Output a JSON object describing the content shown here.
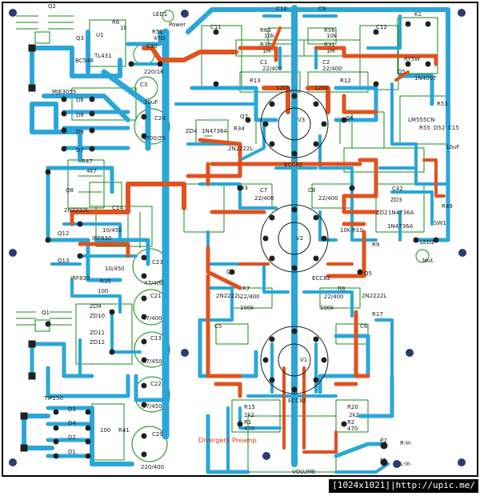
{
  "board": {
    "caption": "Divergent Preamp.",
    "watermark": "[1024x1021]|http://upic.me/"
  },
  "colors": {
    "bottom_trace": "#2aa6d8",
    "top_trace": "#e0521e",
    "silkscreen": "#168a16",
    "pad": "#202020",
    "hole": "#2a3b6e",
    "tube_outline": "#1a1a1a",
    "caption": "#d4380d"
  },
  "labels": [
    {
      "id": "q2",
      "text": "Q2"
    },
    {
      "id": "led1",
      "text": "LED1"
    },
    {
      "id": "power",
      "text": "Power"
    },
    {
      "id": "r6",
      "text": "R6"
    },
    {
      "id": "r6v",
      "text": "1k"
    },
    {
      "id": "q3",
      "text": "Q3"
    },
    {
      "id": "u1",
      "text": "U1"
    },
    {
      "id": "bc548",
      "text": "BC548"
    },
    {
      "id": "tl431",
      "text": "TL431"
    },
    {
      "id": "r50",
      "text": "R50"
    },
    {
      "id": "r50v",
      "text": "47Ω"
    },
    {
      "id": "c30",
      "text": "C30"
    },
    {
      "id": "c30v",
      "text": "220/16"
    },
    {
      "id": "mje",
      "text": "MJE3055"
    },
    {
      "id": "c3",
      "text": "C3"
    },
    {
      "id": "c3v",
      "text": "10uF"
    },
    {
      "id": "c24",
      "text": "C24"
    },
    {
      "id": "c24v",
      "text": "4700/25"
    },
    {
      "id": "d6",
      "text": "D6"
    },
    {
      "id": "d8",
      "text": "D8"
    },
    {
      "id": "d9",
      "text": "D9"
    },
    {
      "id": "d7",
      "text": "D7"
    },
    {
      "id": "zd4",
      "text": "ZD4"
    },
    {
      "id": "zd4v",
      "text": "1N4736A"
    },
    {
      "id": "c11",
      "text": "C11"
    },
    {
      "id": "c10",
      "text": "C10"
    },
    {
      "id": "c9",
      "text": "C9"
    },
    {
      "id": "c12",
      "text": "C12"
    },
    {
      "id": "r63",
      "text": "R63"
    },
    {
      "id": "r63v",
      "text": "10k"
    },
    {
      "id": "r56",
      "text": "R56"
    },
    {
      "id": "r56v",
      "text": "10k"
    },
    {
      "id": "r30",
      "text": "R30"
    },
    {
      "id": "r30v",
      "text": "1M"
    },
    {
      "id": "r31",
      "text": "R31"
    },
    {
      "id": "r31v",
      "text": "1M"
    },
    {
      "id": "c1",
      "text": "C1"
    },
    {
      "id": "c1v",
      "text": "22/400"
    },
    {
      "id": "c2",
      "text": "C2"
    },
    {
      "id": "c2v",
      "text": "22/400"
    },
    {
      "id": "r13",
      "text": "R13"
    },
    {
      "id": "r13v",
      "text": "120k"
    },
    {
      "id": "r12",
      "text": "R12"
    },
    {
      "id": "r12v",
      "text": "120k"
    },
    {
      "id": "k1",
      "text": "K1"
    },
    {
      "id": "rl",
      "text": "RY5W"
    },
    {
      "id": "d5",
      "text": "D5"
    },
    {
      "id": "n4007",
      "text": "1N4007"
    },
    {
      "id": "lm",
      "text": "LM555CN"
    },
    {
      "id": "r53",
      "text": "R53"
    },
    {
      "id": "r55",
      "text": "R55"
    },
    {
      "id": "d52",
      "text": "D52"
    },
    {
      "id": "c15",
      "text": "C15"
    },
    {
      "id": "c15v",
      "text": "10uF"
    },
    {
      "id": "q7",
      "text": "Q7"
    },
    {
      "id": "q7v",
      "text": "2N2222L"
    },
    {
      "id": "q6",
      "text": "Q6"
    },
    {
      "id": "r47",
      "text": "R47"
    },
    {
      "id": "r47v",
      "text": "4k7"
    },
    {
      "id": "q8",
      "text": "Q8"
    },
    {
      "id": "q8v",
      "text": "2N2222L"
    },
    {
      "id": "c14",
      "text": "C14"
    },
    {
      "id": "c14v",
      "text": "10/450"
    },
    {
      "id": "q12",
      "text": "Q12"
    },
    {
      "id": "q12v",
      "text": "IRF830"
    },
    {
      "id": "q13",
      "text": "Q13"
    },
    {
      "id": "q13v",
      "text": "IRF830"
    },
    {
      "id": "c15b",
      "text": "10/450"
    },
    {
      "id": "r35",
      "text": "R35"
    },
    {
      "id": "r35v",
      "text": "100"
    },
    {
      "id": "c23",
      "text": "C23"
    },
    {
      "id": "c23v",
      "text": "47/400"
    },
    {
      "id": "q1",
      "text": "Q1"
    },
    {
      "id": "c21",
      "text": "C21"
    },
    {
      "id": "c21v",
      "text": "47/400"
    },
    {
      "id": "c13",
      "text": "C13"
    },
    {
      "id": "c13v",
      "text": "47/450"
    },
    {
      "id": "c22",
      "text": "C22"
    },
    {
      "id": "c22v",
      "text": "47/450"
    },
    {
      "id": "zd9",
      "text": "ZD9"
    },
    {
      "id": "zd10",
      "text": "ZD10"
    },
    {
      "id": "zd11",
      "text": "ZD11"
    },
    {
      "id": "zd12",
      "text": "ZD12"
    },
    {
      "id": "tip",
      "text": "TIP150"
    },
    {
      "id": "d3",
      "text": "D3"
    },
    {
      "id": "d4",
      "text": "D4"
    },
    {
      "id": "d2",
      "text": "D2"
    },
    {
      "id": "d1",
      "text": "D1"
    },
    {
      "id": "r41",
      "text": "R41"
    },
    {
      "id": "r41v",
      "text": "100"
    },
    {
      "id": "c29",
      "text": "C29"
    },
    {
      "id": "c29v",
      "text": "220/400"
    },
    {
      "id": "ecc82a",
      "text": "ECC82"
    },
    {
      "id": "ecc82b",
      "text": "ECC82"
    },
    {
      "id": "ecc82c",
      "text": "ECC82"
    },
    {
      "id": "v1",
      "text": "V1"
    },
    {
      "id": "v2",
      "text": "V2"
    },
    {
      "id": "v3",
      "text": "V3"
    },
    {
      "id": "q4",
      "text": "Q4"
    },
    {
      "id": "q5",
      "text": "Q5"
    },
    {
      "id": "q4v",
      "text": "2N2222L"
    },
    {
      "id": "q5v",
      "text": "2N2222L"
    },
    {
      "id": "c5",
      "text": "C5"
    },
    {
      "id": "c6",
      "text": "C6"
    },
    {
      "id": "c5v",
      "text": "22/400"
    },
    {
      "id": "c6v",
      "text": "22/400"
    },
    {
      "id": "c7",
      "text": "C7"
    },
    {
      "id": "c8",
      "text": "C8"
    },
    {
      "id": "c7v",
      "text": "22/400"
    },
    {
      "id": "c8v",
      "text": "22/400"
    },
    {
      "id": "r7",
      "text": "R7"
    },
    {
      "id": "r7v",
      "text": "100k"
    },
    {
      "id": "r8",
      "text": "R8"
    },
    {
      "id": "r8v",
      "text": "100k"
    },
    {
      "id": "r15",
      "text": "R15"
    },
    {
      "id": "r15v",
      "text": "2k2"
    },
    {
      "id": "r1",
      "text": "R1"
    },
    {
      "id": "r1v",
      "text": "470"
    },
    {
      "id": "r20",
      "text": "R20"
    },
    {
      "id": "r20v",
      "text": "2k2"
    },
    {
      "id": "r2",
      "text": "R2"
    },
    {
      "id": "r2v",
      "text": "470"
    },
    {
      "id": "r10",
      "text": "R10"
    },
    {
      "id": "r10v",
      "text": "10k"
    },
    {
      "id": "r9",
      "text": "R9"
    },
    {
      "id": "r17",
      "text": "R17"
    },
    {
      "id": "c42",
      "text": "C42"
    },
    {
      "id": "zd2",
      "text": "ZD2"
    },
    {
      "id": "zd2v",
      "text": "1N4736A"
    },
    {
      "id": "zd3",
      "text": "ZD3"
    },
    {
      "id": "zd3v",
      "text": "1N4736A"
    },
    {
      "id": "sw",
      "text": "SW1"
    },
    {
      "id": "led2",
      "text": "LED2"
    },
    {
      "id": "mut",
      "text": "Mut."
    },
    {
      "id": "r49",
      "text": "R49"
    },
    {
      "id": "p2",
      "text": "P2"
    },
    {
      "id": "p1",
      "text": "P1"
    },
    {
      "id": "rin",
      "text": "R-In"
    },
    {
      "id": "lin",
      "text": "L-In"
    },
    {
      "id": "vol",
      "text": "VOLUME"
    },
    {
      "id": "r33",
      "text": "R33"
    },
    {
      "id": "r34",
      "text": "R34"
    }
  ]
}
